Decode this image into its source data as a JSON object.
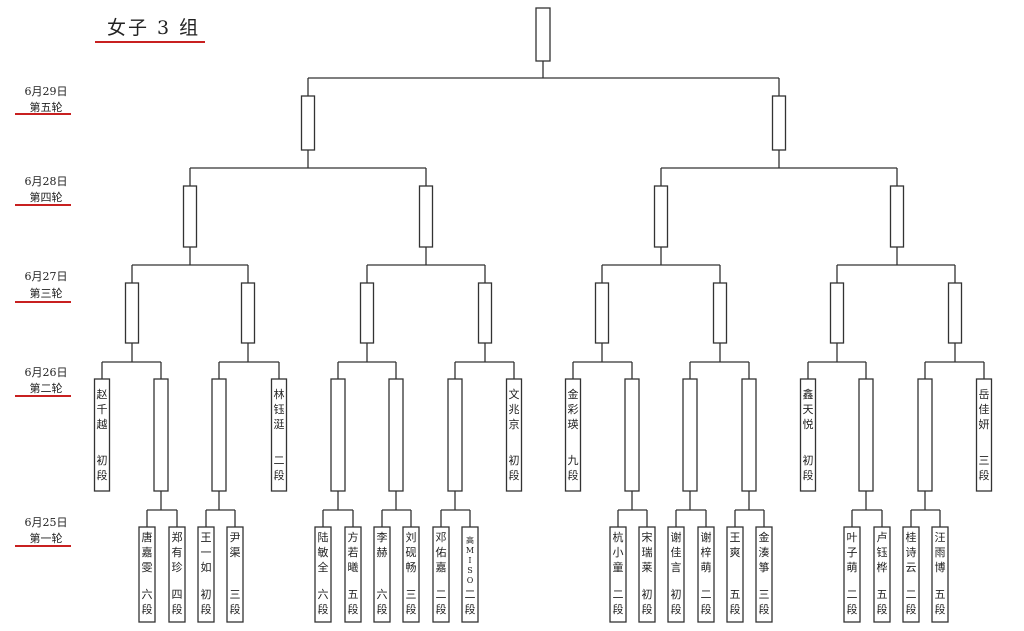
{
  "title": "女子 3 组",
  "rounds": [
    {
      "date": "6月29日",
      "name": "第五轮"
    },
    {
      "date": "6月28日",
      "name": "第四轮"
    },
    {
      "date": "6月27日",
      "name": "第三轮"
    },
    {
      "date": "6月26日",
      "name": "第二轮"
    },
    {
      "date": "6月25日",
      "name": "第一轮"
    }
  ],
  "round2_players": [
    {
      "name": "赵千越",
      "rank": "初段"
    },
    {
      "name": "林钰涏",
      "rank": "二段"
    },
    {
      "name": "文兆京",
      "rank": "初段"
    },
    {
      "name": "金彩瑛",
      "rank": "九段"
    },
    {
      "name": "鑫天悦",
      "rank": "初段"
    },
    {
      "name": "岳佳妍",
      "rank": "三段"
    }
  ],
  "round1_players": [
    {
      "name": "唐嘉雯",
      "rank": "六段"
    },
    {
      "name": "郑有珍",
      "rank": "四段"
    },
    {
      "name": "王一如",
      "rank": "初段"
    },
    {
      "name": "尹渠",
      "rank": "三段"
    },
    {
      "name": "陆敏全",
      "rank": "六段"
    },
    {
      "name": "方若曦",
      "rank": "五段"
    },
    {
      "name": "李赫",
      "rank": "六段"
    },
    {
      "name": "刘砚畅",
      "rank": "三段"
    },
    {
      "name": "邓佑嘉",
      "rank": "二段"
    },
    {
      "name": "高MISO",
      "rank": "二段"
    },
    {
      "name": "杭小童",
      "rank": "二段"
    },
    {
      "name": "宋瑞莱",
      "rank": "初段"
    },
    {
      "name": "谢佳言",
      "rank": "初段"
    },
    {
      "name": "谢梓萌",
      "rank": "二段"
    },
    {
      "name": "王爽",
      "rank": "五段"
    },
    {
      "name": "金湊箏",
      "rank": "三段"
    },
    {
      "name": "叶子萌",
      "rank": "二段"
    },
    {
      "name": "卢钰桦",
      "rank": "五段"
    },
    {
      "name": "桂诗云",
      "rank": "二段"
    },
    {
      "name": "汪雨博",
      "rank": "五段"
    }
  ]
}
